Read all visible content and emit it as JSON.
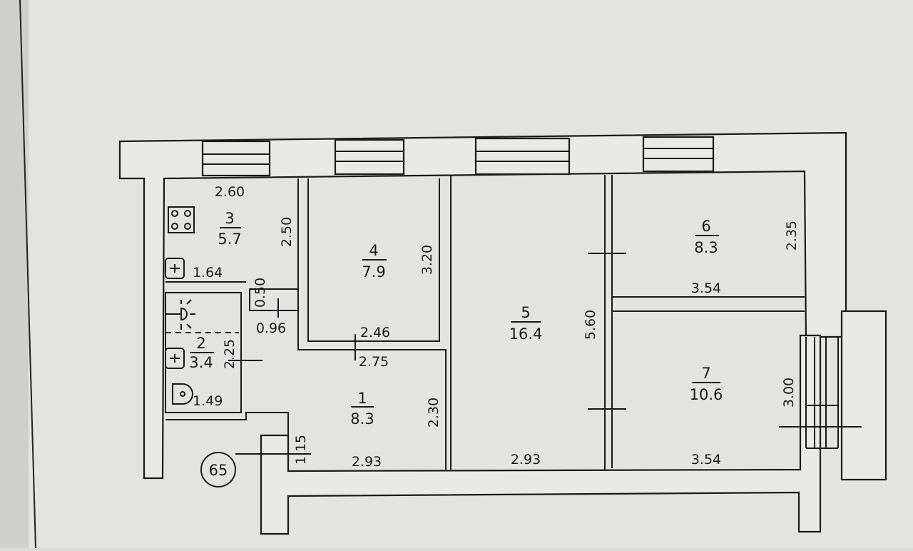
{
  "rooms": [
    {
      "number": "1",
      "area": "8.3"
    },
    {
      "number": "2",
      "area": "3.4"
    },
    {
      "number": "3",
      "area": "5.7"
    },
    {
      "number": "4",
      "area": "7.9"
    },
    {
      "number": "5",
      "area": "16.4"
    },
    {
      "number": "6",
      "area": "8.3"
    },
    {
      "number": "7",
      "area": "10.6"
    }
  ],
  "dimensions": {
    "kitchen_width": "2.60",
    "kitchen_depth": "2.50",
    "kitchen_wall": "1.64",
    "niche_depth": "0.50",
    "niche_width": "0.96",
    "bath_depth": "2.25",
    "bath_width": "1.49",
    "room4_width": "2.46",
    "room4_depth": "3.20",
    "hall_width_top": "2.75",
    "hall_depth": "2.30",
    "hall_width": "2.93",
    "entry_depth": "1.15",
    "room5_width": "2.93",
    "room5_depth": "5.60",
    "room6_width": "3.54",
    "room6_depth": "2.35",
    "room7_width": "3.54",
    "room7_depth": "3.00"
  },
  "apartment_number": "65"
}
